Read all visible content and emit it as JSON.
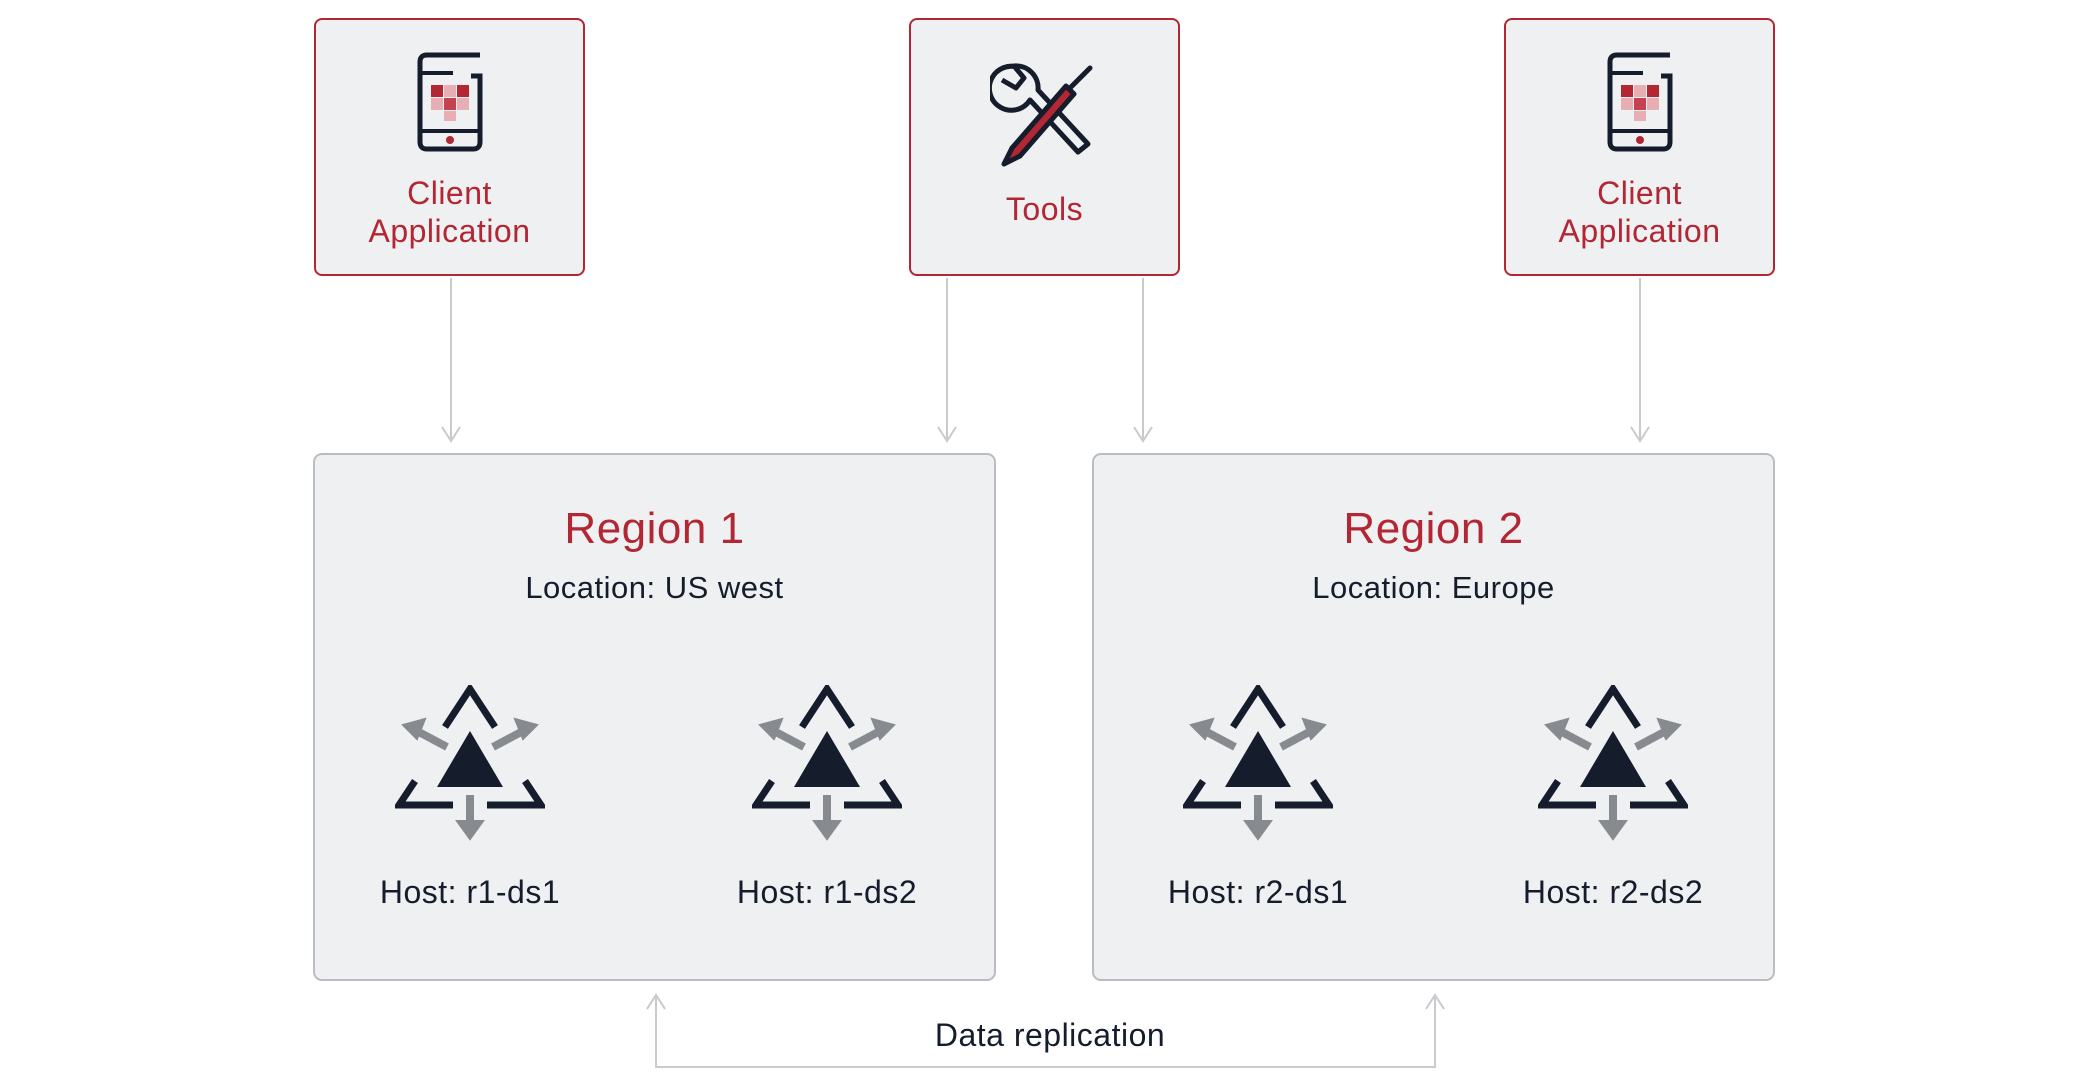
{
  "clients": [
    {
      "label_line1": "Client",
      "label_line2": "Application"
    },
    {
      "label_line1": "Client",
      "label_line2": "Application"
    }
  ],
  "tools": {
    "label": "Tools"
  },
  "regions": [
    {
      "title": "Region 1",
      "location": "Location: US west",
      "hosts": [
        {
          "label": "Host: r1-ds1"
        },
        {
          "label": "Host: r1-ds2"
        }
      ]
    },
    {
      "title": "Region 2",
      "location": "Location: Europe",
      "hosts": [
        {
          "label": "Host: r2-ds1"
        },
        {
          "label": "Host: r2-ds2"
        }
      ]
    }
  ],
  "replication": {
    "label": "Data replication"
  },
  "icons": {
    "client": "mobile-app-icon",
    "tools": "tools-icon",
    "host": "directory-server-icon"
  },
  "colors": {
    "accent": "#b32634",
    "box_fill": "#eff0f2",
    "region_border": "#b9bcc1",
    "text_dark": "#151c2b",
    "connector": "#c8cacd",
    "host_arrow": "#878b90"
  }
}
